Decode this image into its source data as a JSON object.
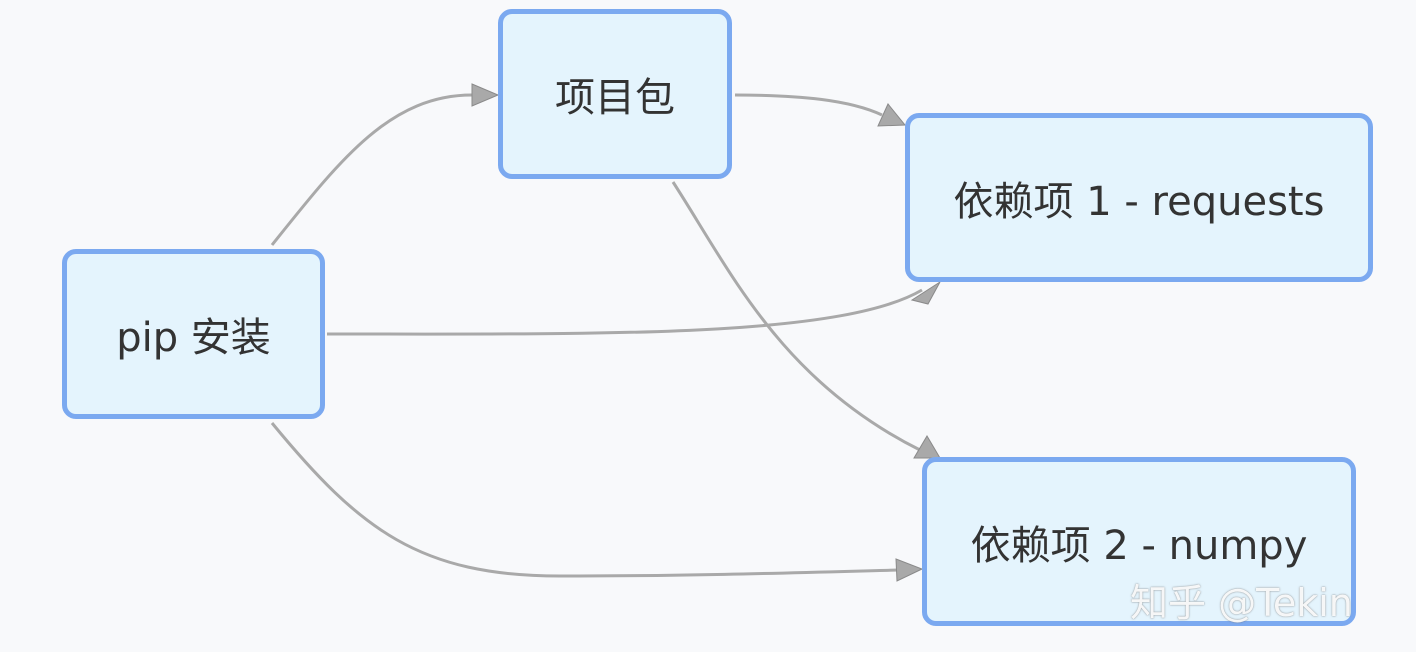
{
  "nodes": {
    "pip_install": "pip 安装",
    "package": "项目包",
    "dep_requests": "依赖项 1 - requests",
    "dep_numpy": "依赖项 2 - numpy"
  },
  "edges": [
    {
      "from": "pip_install",
      "to": "package"
    },
    {
      "from": "pip_install",
      "to": "dep_requests"
    },
    {
      "from": "pip_install",
      "to": "dep_numpy"
    },
    {
      "from": "package",
      "to": "dep_requests"
    },
    {
      "from": "package",
      "to": "dep_numpy"
    }
  ],
  "watermark": "知乎 @Tekin",
  "colors": {
    "node_fill": "#e4f4fd",
    "node_border": "#7ba9f0",
    "edge": "#a9a9a9",
    "background": "#f8f9fb"
  }
}
